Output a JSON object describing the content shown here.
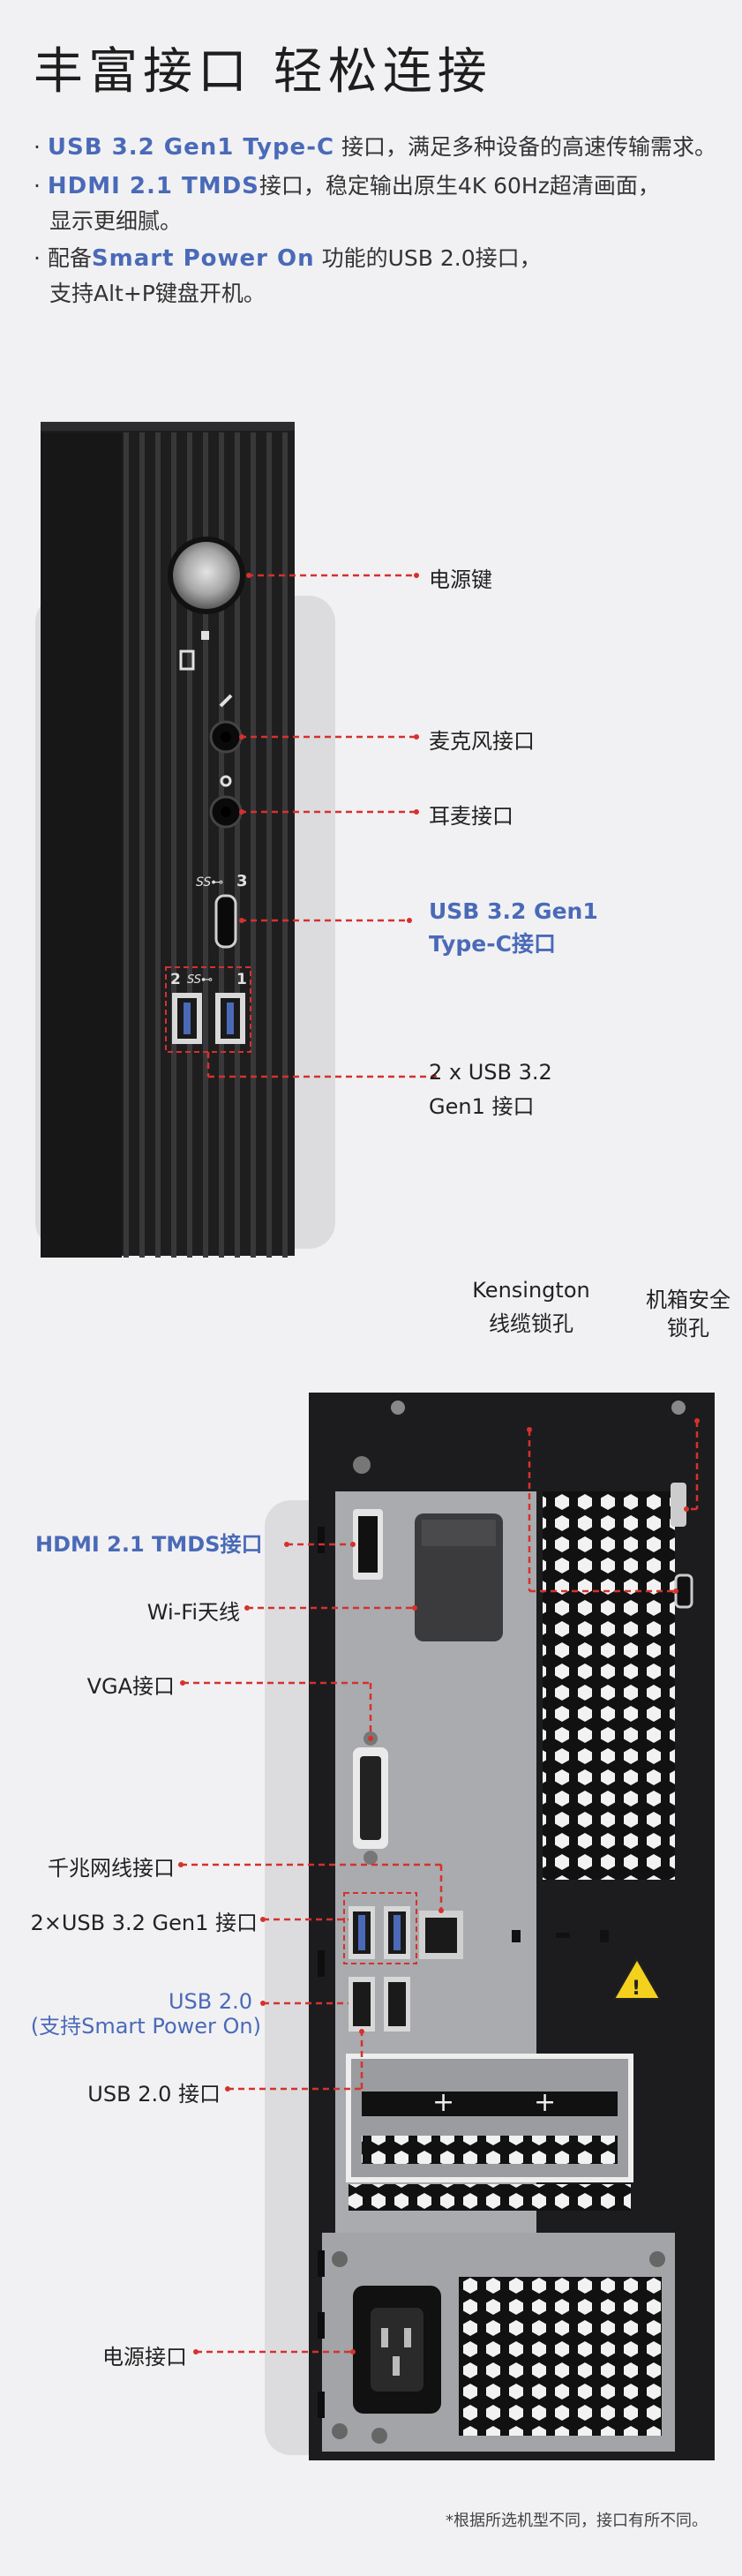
{
  "header": {
    "title": "丰富接口 轻松连接"
  },
  "features": [
    {
      "highlight": "USB 3.2 Gen1 Type-C",
      "text": " 接口，满足多种设备的高速传输需求。"
    },
    {
      "highlight": "HDMI 2.1 TMDS",
      "text": "接口，稳定输出原生4K 60Hz超清画面，",
      "text2": "显示更细腻。"
    },
    {
      "prefix": "配备",
      "highlight": "Smart Power On",
      "text": " 功能的USB 2.0接口，",
      "text2": "支持Alt+P键盘开机。"
    }
  ],
  "front_panel": {
    "power_button": "电源键",
    "mic_jack": "麦克风接口",
    "headphone_jack": "耳麦接口",
    "usb_c_line1": "USB 3.2 Gen1",
    "usb_c_line2": "Type-C接口",
    "usb_a_line1": "2 x USB 3.2",
    "usb_a_line2": "Gen1 接口"
  },
  "rear_panel": {
    "kensington_line1": "Kensington",
    "kensington_line2": "线缆锁孔",
    "chassis_lock_line1": "机箱安全",
    "chassis_lock_line2": "锁孔",
    "hdmi": "HDMI 2.1 TMDS接口",
    "wifi": "Wi-Fi天线",
    "vga": "VGA接口",
    "ethernet": "千兆网线接口",
    "usb32": "2×USB 3.2 Gen1 接口",
    "usb20_smart_line1": "USB 2.0",
    "usb20_smart_line2": "(支持Smart Power On)",
    "usb20": "USB 2.0 接口",
    "power_port": "电源接口"
  },
  "footnote": "*根据所选机型不同，接口有所不同。",
  "colors": {
    "accent_blue": "#4a6ab8",
    "leader_red": "#d6312c",
    "chassis_dark": "#1c1c1e",
    "io_plate": "#a9abae"
  }
}
